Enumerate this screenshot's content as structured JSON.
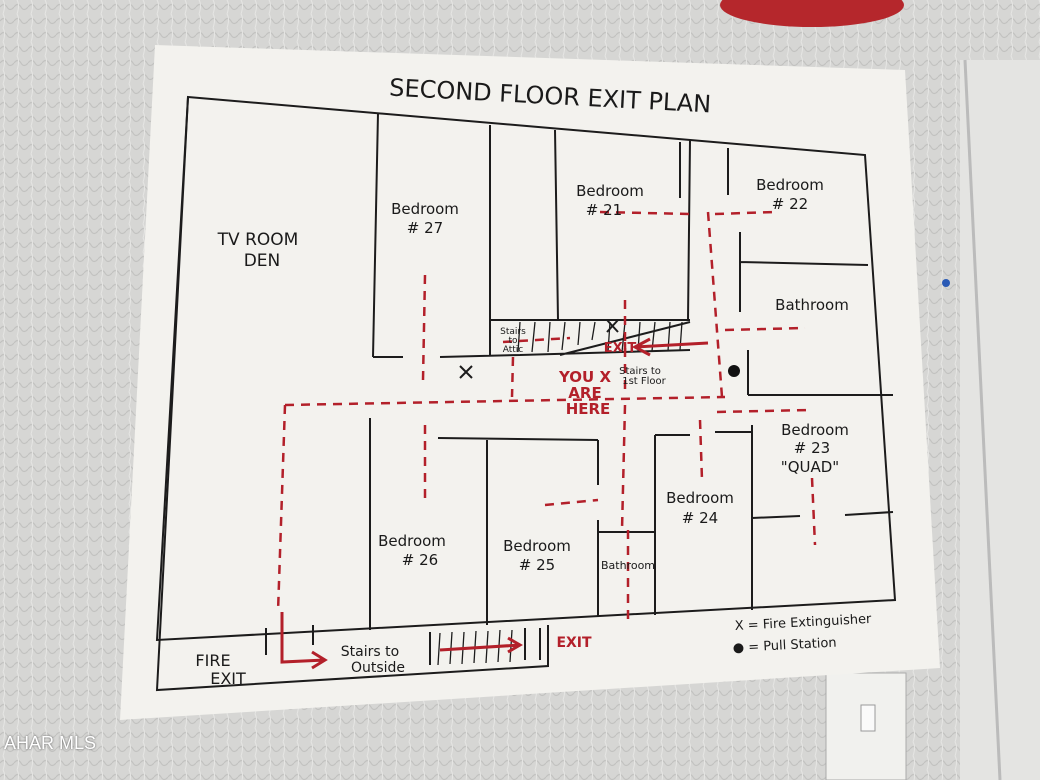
{
  "plan": {
    "title": "SECOND FLOOR EXIT PLAN",
    "rooms": {
      "tv_room": [
        "TV ROOM",
        "DEN"
      ],
      "bedroom_27": [
        "Bedroom",
        "# 27"
      ],
      "bedroom_21": [
        "Bedroom",
        "# 21"
      ],
      "bedroom_22": [
        "Bedroom",
        "# 22"
      ],
      "bathroom_upper": "Bathroom",
      "bedroom_23": [
        "Bedroom",
        "# 23",
        "\"QUAD\""
      ],
      "bedroom_24": [
        "Bedroom",
        "# 24"
      ],
      "bedroom_25": [
        "Bedroom",
        "# 25"
      ],
      "bedroom_26": [
        "Bedroom",
        "# 26"
      ],
      "bathroom_lower": "Bathroom"
    },
    "stairs_attic": [
      "Stairs",
      "to",
      "Attic"
    ],
    "stairs_first_floor": [
      "Stairs to",
      "1st Floor"
    ],
    "you_are_here": [
      "YOU X",
      "ARE",
      "HERE"
    ],
    "fire_exit": [
      "FIRE",
      "EXIT"
    ],
    "stairs_outside": [
      "Stairs to",
      "Outside"
    ],
    "exit_label": "EXIT",
    "exit_label_stairs": "EXIT",
    "legend": {
      "extinguisher": "X = Fire Extinguisher",
      "pull_station": "● = Pull Station"
    },
    "route_color": "#b3202a"
  },
  "watermark": "AHAR MLS"
}
